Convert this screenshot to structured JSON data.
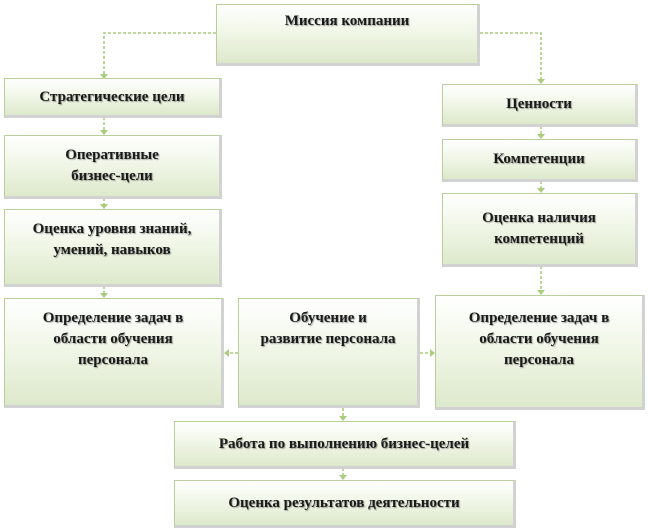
{
  "diagram": {
    "mission": "Миссия компании",
    "strategic_goals": "Стратегические цели",
    "operational_goals": "Оперативные\nбизнес-цели",
    "knowledge_assessment": "Оценка уровня знаний,\nумений, навыков",
    "tasks_left": "Определение задач в\nобласти обучения\nперсонала",
    "training": "Обучение и\nразвитие персонала",
    "tasks_right": "Определение задач в\nобласти обучения\nперсонала",
    "values": "Ценности",
    "competencies": "Компетенции",
    "competency_assessment": "Оценка наличия\nкомпетенций",
    "business_work": "Работа по выполнению бизнес-целей",
    "results_assessment": "Оценка результатов деятельности"
  },
  "colors": {
    "connector": "#a9cc7e",
    "box_border": "#b9cf9b",
    "box_fill_bottom": "#dde9cc"
  }
}
